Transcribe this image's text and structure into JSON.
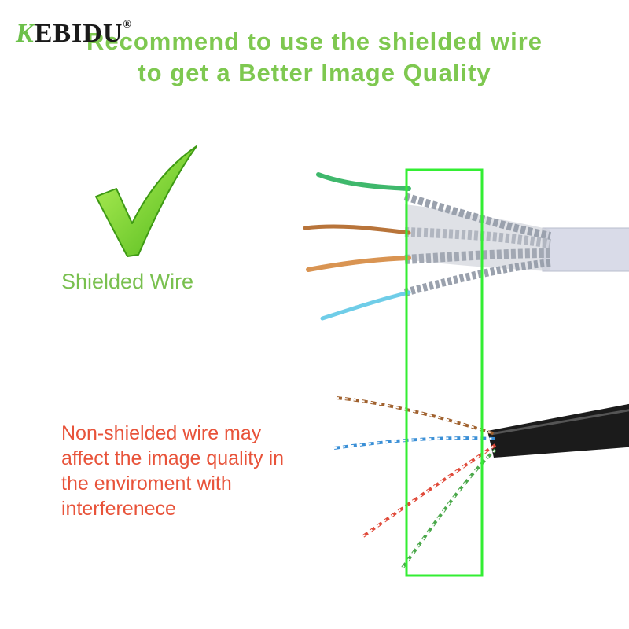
{
  "brand": {
    "logo_initial": "K",
    "logo_rest": "EBIDU",
    "logo_mark": "®"
  },
  "headline": {
    "line1": "Recommend to use the shielded wire",
    "line2": "to get a Better Image Quality"
  },
  "shielded": {
    "label": "Shielded Wire"
  },
  "nonshielded": {
    "text": "Non-shielded wire may affect the image quality in the enviroment with interferenece"
  },
  "colors": {
    "headline_green": "#7ec850",
    "check_green": "#6fd12a",
    "label_green": "#79c04f",
    "warn_red": "#e8533a",
    "highlight_box": "#33ee33"
  },
  "icons": {
    "check": "check-mark-icon"
  }
}
